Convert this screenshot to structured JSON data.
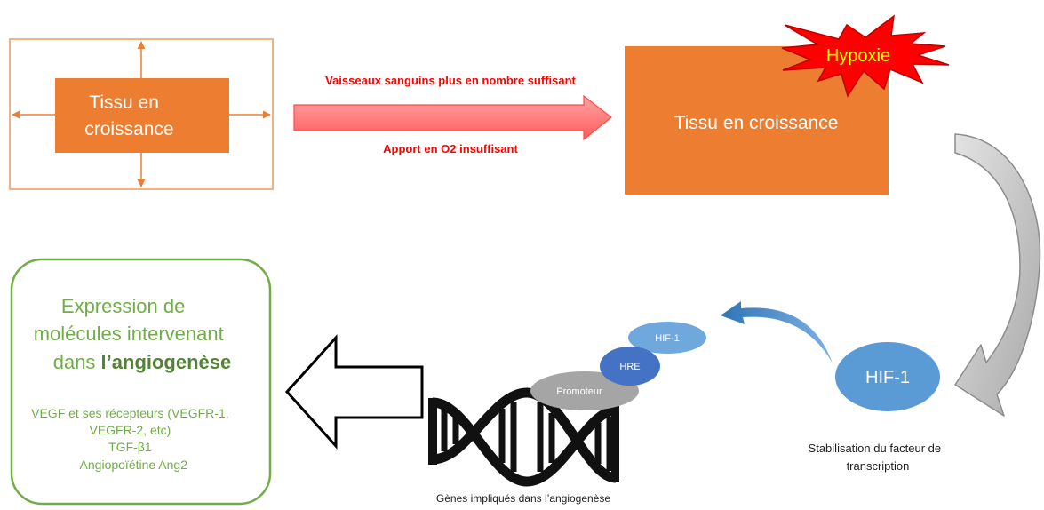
{
  "growing_tissue": {
    "label_line1": "Tissu en",
    "label_line2": "croissance"
  },
  "transition": {
    "top_label": "Vaisseaux sanguins plus en nombre suffisant",
    "bottom_label": "Apport en O2 insuffisant"
  },
  "hypoxic_tissue": {
    "label": "Tissu en croissance",
    "burst_label": "Hypoxie"
  },
  "hif1": {
    "label": "HIF-1",
    "caption_line1": "Stabilisation du facteur de",
    "caption_line2": "transcription"
  },
  "gene": {
    "promoter_label": "Promoteur",
    "hre_label": "HRE",
    "hif1_label": "HIF-1",
    "caption": "Gènes impliqués dans l’angiogenèse"
  },
  "expression": {
    "title_line1": "Expression de",
    "title_line2": "molécules intervenant",
    "title_line3": "dans ",
    "title_line3_bold": "l’angiogenèse",
    "molecules": [
      "VEGF et ses récepteurs (VEGFR-1,",
      "VEGFR-2, etc)",
      "TGF-β1",
      "Angiopoïétine Ang2"
    ]
  },
  "colors": {
    "tissue_orange": "#ED7D31",
    "outline_orange": "#F4B183",
    "alert_red": "#FF0000",
    "hypoxia_yellow": "#FFFF00",
    "hif_blue": "#5B9BD5",
    "hre_blue": "#4472C4",
    "promoter_gray": "#A5A5A5",
    "expression_green": "#70AD47",
    "expression_green_dark": "#548235"
  }
}
